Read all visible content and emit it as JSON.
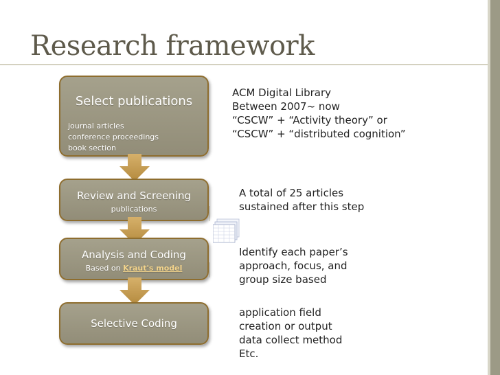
{
  "slide": {
    "title": "Research framework"
  },
  "steps": [
    {
      "title": "Select publications",
      "items": [
        "journal articles",
        "conference proceedings",
        "book section"
      ]
    },
    {
      "title": "Review and Screening",
      "subtitle": "publications"
    },
    {
      "title": "Analysis and Coding",
      "subtitle_prefix": "Based on ",
      "subtitle_link": "Kraut's  model"
    },
    {
      "title": "Selective Coding"
    }
  ],
  "notes": [
    {
      "lines": [
        "ACM Digital Library",
        "Between 2007~ now",
        "“CSCW” + “Activity theory” or",
        "“CSCW”  +  “distributed cognition”"
      ]
    },
    {
      "lines": [
        "A total of 25 articles",
        "sustained after this step"
      ]
    },
    {
      "lines": [
        "Identify each paper’s",
        "approach, focus, and",
        "group size based"
      ]
    },
    {
      "lines": [
        "application field",
        "creation or output",
        "data collect method",
        "Etc."
      ]
    }
  ],
  "colors": {
    "title_text": "#5e5a4b",
    "box_fill": "#9e9a85",
    "box_border": "#8e6d2e",
    "arrow_fill": "#c9a25a",
    "accent_right_bar": "#9c9a86",
    "link_text": "#f3d48c"
  }
}
